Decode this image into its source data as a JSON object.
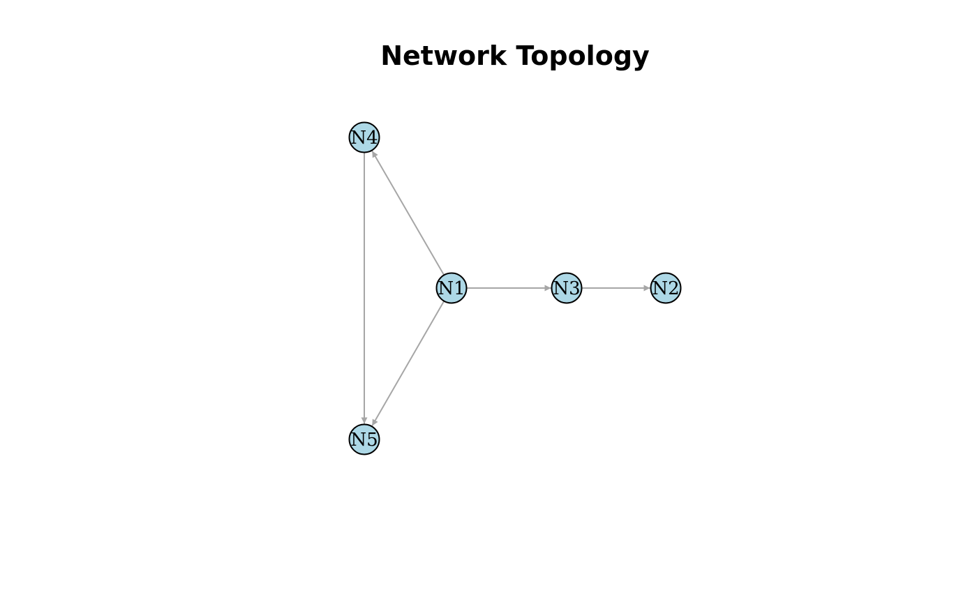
{
  "title": "Network Topology",
  "colors": {
    "node_fill": "#add8e6",
    "node_stroke": "#000000",
    "edge": "#a6a6a6",
    "label": "#000000"
  },
  "nodes": [
    {
      "id": "N1",
      "label": "N1"
    },
    {
      "id": "N2",
      "label": "N2"
    },
    {
      "id": "N3",
      "label": "N3"
    },
    {
      "id": "N4",
      "label": "N4"
    },
    {
      "id": "N5",
      "label": "N5"
    }
  ],
  "edges": [
    {
      "from": "N1",
      "to": "N4"
    },
    {
      "from": "N1",
      "to": "N3"
    },
    {
      "from": "N3",
      "to": "N2"
    },
    {
      "from": "N1",
      "to": "N5"
    },
    {
      "from": "N4",
      "to": "N5"
    }
  ]
}
